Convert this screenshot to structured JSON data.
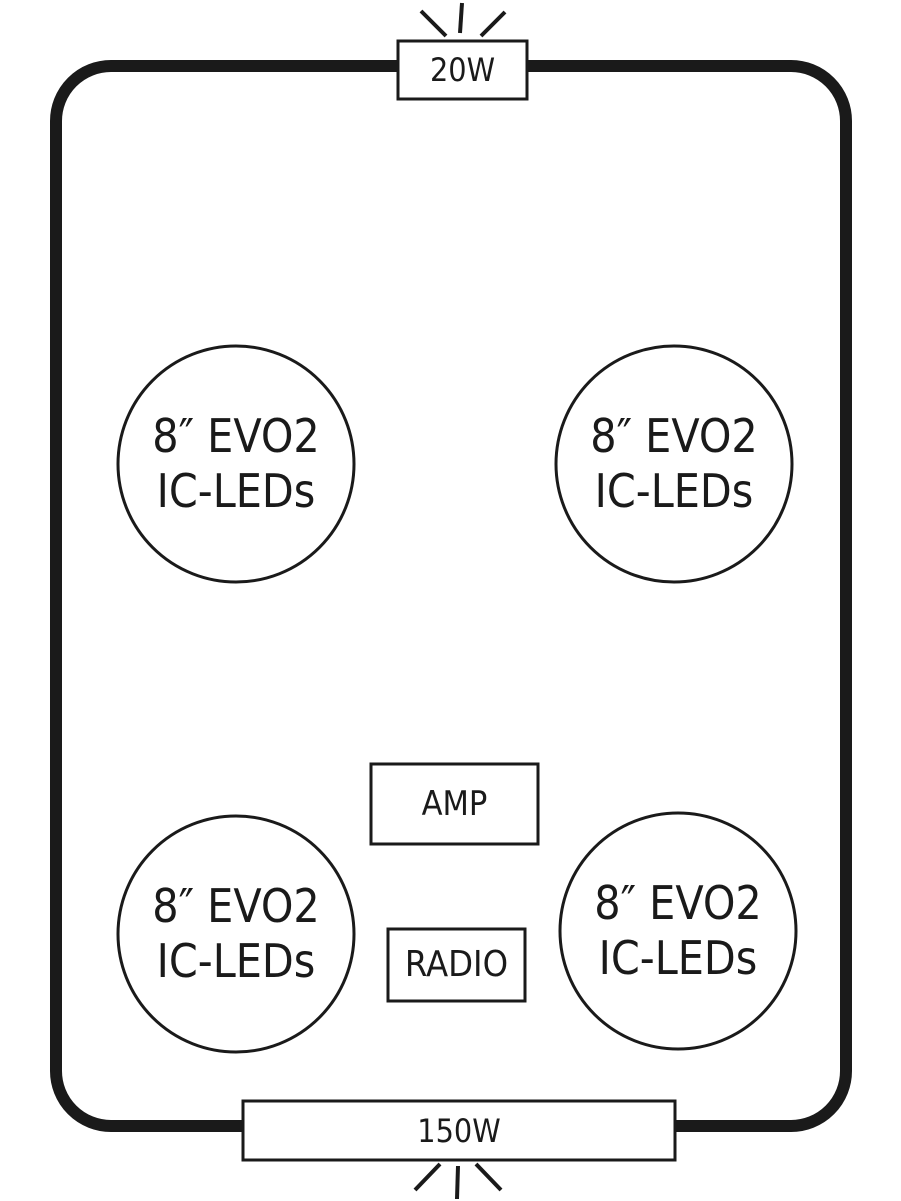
{
  "lights": {
    "top": "20W",
    "bottom": "150W"
  },
  "components": {
    "amp": "AMP",
    "radio": "RADIO"
  },
  "speakers": [
    {
      "line1": "8″ EVO2",
      "line2": "IC-LEDs"
    },
    {
      "line1": "8″ EVO2",
      "line2": "IC-LEDs"
    },
    {
      "line1": "8″ EVO2",
      "line2": "IC-LEDs"
    },
    {
      "line1": "8″ EVO2",
      "line2": "IC-LEDs"
    }
  ],
  "colors": {
    "stroke": "#1a1a1a",
    "background": "#ffffff"
  },
  "icons": {
    "top_light": "light-rays-icon",
    "bottom_light": "light-rays-icon"
  }
}
